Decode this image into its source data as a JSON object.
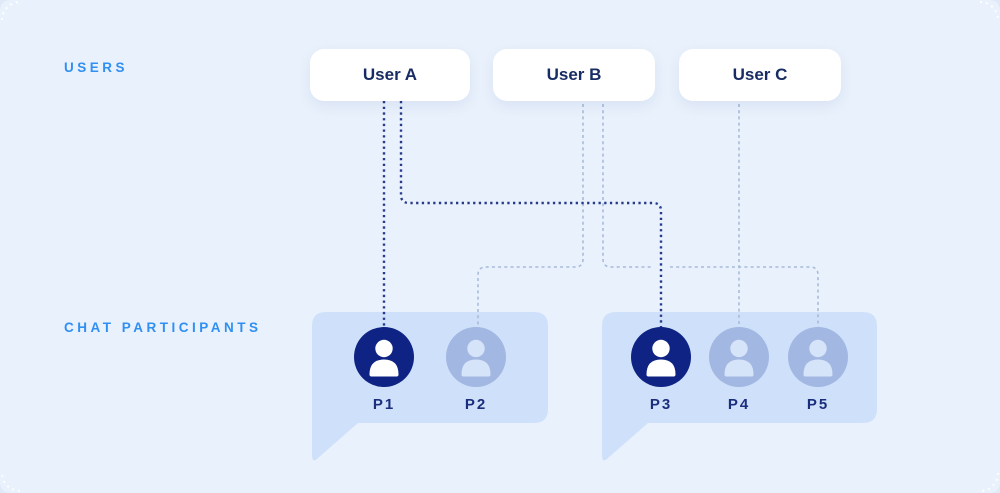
{
  "sections": {
    "users_label": "USERS",
    "participants_label": "CHAT PARTICIPANTS"
  },
  "users": [
    {
      "id": "user-a",
      "label": "User A"
    },
    {
      "id": "user-b",
      "label": "User B"
    },
    {
      "id": "user-c",
      "label": "User C"
    }
  ],
  "chats": [
    {
      "name": "chat-bubble-1",
      "participants": [
        {
          "id": "p1",
          "label": "P1",
          "state": "active"
        },
        {
          "id": "p2",
          "label": "P2",
          "state": "inactive"
        }
      ]
    },
    {
      "name": "chat-bubble-2",
      "participants": [
        {
          "id": "p3",
          "label": "P3",
          "state": "active"
        },
        {
          "id": "p4",
          "label": "P4",
          "state": "inactive"
        },
        {
          "id": "p5",
          "label": "P5",
          "state": "inactive"
        }
      ]
    }
  ],
  "connections": [
    {
      "from": "User A",
      "to": "P1",
      "style": "dark-dotted"
    },
    {
      "from": "User A",
      "to": "P3",
      "style": "dark-dotted"
    },
    {
      "from": "User B",
      "to": "P2",
      "style": "light-dashed"
    },
    {
      "from": "User B",
      "to": "P5",
      "style": "light-dashed"
    },
    {
      "from": "User C",
      "to": "P4",
      "style": "light-dashed"
    }
  ],
  "colors": {
    "background": "#e9f1fc",
    "bubble": "#cfe1fa",
    "active_avatar": "#0e2384",
    "inactive_avatar": "#a2b7e2",
    "inactive_icon": "#d6e4f9",
    "section_label": "#2f8ff2",
    "navy_text": "#1b2d7d",
    "dark_connector": "#273a8c",
    "light_connector": "#a8bbdb"
  }
}
